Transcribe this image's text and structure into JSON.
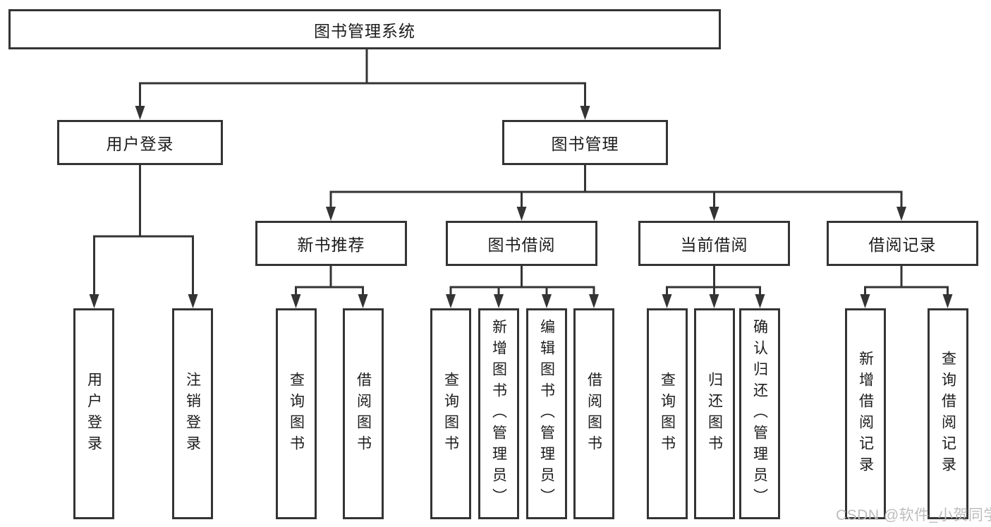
{
  "nodes": {
    "root": {
      "label": "图书管理系统"
    },
    "level2": [
      {
        "label": "用户登录"
      },
      {
        "label": "图书管理"
      }
    ],
    "level3": [
      {
        "label": "新书推荐"
      },
      {
        "label": "图书借阅"
      },
      {
        "label": "当前借阅"
      },
      {
        "label": "借阅记录"
      }
    ],
    "leaves": [
      {
        "label": "用户登录"
      },
      {
        "label": "注销登录"
      },
      {
        "label": "查询图书"
      },
      {
        "label": "借阅图书"
      },
      {
        "label": "查询图书"
      },
      {
        "label": "新增图书（管理员）"
      },
      {
        "label": "编辑图书（管理员）"
      },
      {
        "label": "借阅图书"
      },
      {
        "label": "查询图书"
      },
      {
        "label": "归还图书"
      },
      {
        "label": "确认归还（管理员）"
      },
      {
        "label": "新增借阅记录"
      },
      {
        "label": "查询借阅记录"
      }
    ]
  },
  "watermark": {
    "text": "CSDN @软件_小贺同学"
  },
  "colors": {
    "line": "#343434",
    "text": "#1c1c1c",
    "background": "#ffffff",
    "watermark": "#bdbdbd"
  }
}
